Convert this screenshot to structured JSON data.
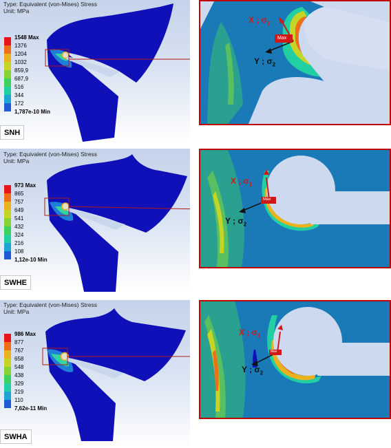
{
  "panels": [
    {
      "id": "SNH",
      "label": "SNH",
      "header": {
        "type": "Type: Equivalent (von-Mises) Stress",
        "unit": "Unit: MPa"
      },
      "legend": [
        "1548 Max",
        "1376",
        "1204",
        "1032",
        "859,9",
        "687,9",
        "516",
        "344",
        "172",
        "1,787e-10 Min"
      ],
      "zoom": {
        "x_label": "X ; σ",
        "y_label": "Y ; σ",
        "x_sub": "1",
        "y_sub": "2",
        "max_tag": "Max"
      }
    },
    {
      "id": "SWHE",
      "label": "SWHE",
      "header": {
        "type": "Type: Equivalent (von-Mises) Stress",
        "unit": "Unit: MPa"
      },
      "legend": [
        "973 Max",
        "865",
        "757",
        "649",
        "541",
        "432",
        "324",
        "216",
        "108",
        "1,12e-10 Min"
      ],
      "zoom": {
        "x_label": "X ; σ",
        "y_label": "Y ; σ",
        "x_sub": "1",
        "y_sub": "2",
        "max_tag": "Max"
      }
    },
    {
      "id": "SWHA",
      "label": "SWHA",
      "header": {
        "type": "Type: Equivalent (von-Mises) Stress",
        "unit": "Unit: MPa"
      },
      "legend": [
        "986 Max",
        "877",
        "767",
        "658",
        "548",
        "438",
        "329",
        "219",
        "110",
        "7,62e-11 Min"
      ],
      "zoom": {
        "x_label": "X ; σ",
        "y_label": "Y ; σ",
        "x_sub": "1",
        "y_sub": "2",
        "max_tag": "Max"
      }
    }
  ],
  "colors": {
    "scale": [
      "#e8141c",
      "#ee6e1a",
      "#e9b21e",
      "#c6d427",
      "#84d233",
      "#3fd15e",
      "#22cfa3",
      "#1fa4d6",
      "#1d5cd4"
    ],
    "part": "#1010b8",
    "leader": "#b01818",
    "frame": "#c00000",
    "arrow": "#d01818"
  }
}
